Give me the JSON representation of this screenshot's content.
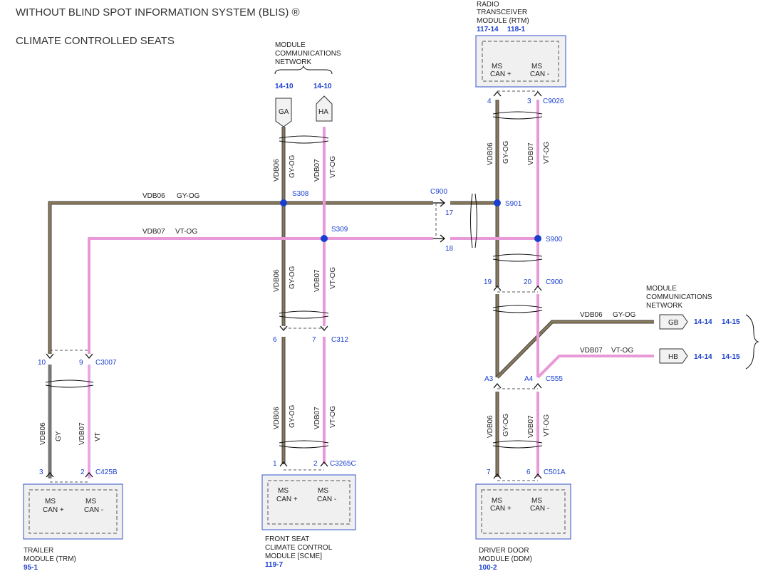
{
  "header": {
    "title": "WITHOUT BLIND SPOT INFORMATION SYSTEM (BLIS) ®",
    "subtitle": "CLIMATE CONTROLLED SEATS"
  },
  "colors": {
    "gy_og_wire": "#8a7a5a",
    "vt_og_wire": "#e89ad8",
    "gy_wire": "#777777",
    "vt_wire": "#e8a8e8",
    "splice": "#1a3fd0",
    "ref_text": "#1a3fd0",
    "module_border": "#3355cc"
  },
  "networks": {
    "top": {
      "line1": "MODULE",
      "line2": "COMMUNICATIONS",
      "line3": "NETWORK",
      "ref_left": "14-10",
      "ref_right": "14-10",
      "conn_left": "GA",
      "conn_right": "HA"
    },
    "right": {
      "line1": "MODULE",
      "line2": "COMMUNICATIONS",
      "line3": "NETWORK",
      "gb": "GB",
      "hb": "HB",
      "gb_ref1": "14-14",
      "gb_ref2": "14-15",
      "hb_ref1": "14-14",
      "hb_ref2": "14-15"
    }
  },
  "modules": {
    "rtm": {
      "l1": "RADIO",
      "l2": "TRANSCEIVER",
      "l3": "MODULE (RTM)",
      "ref1": "117-14",
      "ref2": "118-1",
      "pin_a": "MS",
      "pin_a2": "CAN +",
      "pin_b": "MS",
      "pin_b2": "CAN -"
    },
    "trm": {
      "l1": "TRAILER",
      "l2": "MODULE (TRM)",
      "ref": "95-1",
      "pin_a": "MS",
      "pin_a2": "CAN +",
      "pin_b": "MS",
      "pin_b2": "CAN -"
    },
    "scme": {
      "l1": "FRONT SEAT",
      "l2": "CLIMATE CONTROL",
      "l3": "MODULE [SCME]",
      "ref": "119-7",
      "pin_a": "MS",
      "pin_a2": "CAN +",
      "pin_b": "MS",
      "pin_b2": "CAN -"
    },
    "ddm": {
      "l1": "DRIVER DOOR",
      "l2": "MODULE (DDM)",
      "ref": "100-2",
      "pin_a": "MS",
      "pin_a2": "CAN +",
      "pin_b": "MS",
      "pin_b2": "CAN -"
    }
  },
  "wires": {
    "vdb06": "VDB06",
    "vdb07": "VDB07",
    "gy_og": "GY-OG",
    "vt_og": "VT-OG",
    "gy": "GY",
    "vt": "VT"
  },
  "splices": {
    "s308": "S308",
    "s309": "S309",
    "s901": "S901",
    "s900": "S900"
  },
  "connectors": {
    "c900": "C900",
    "c900_b": "C900",
    "c9026": "C9026",
    "c3007": "C3007",
    "c425b": "C425B",
    "c312": "C312",
    "c3265c": "C3265C",
    "c555": "C555",
    "c501a": "C501A"
  },
  "pins": {
    "rtm_4": "4",
    "rtm_3": "3",
    "c900_17": "17",
    "c900_18": "18",
    "c900_19": "19",
    "c900_20": "20",
    "c3007_10": "10",
    "c3007_9": "9",
    "c425b_3": "3",
    "c425b_2": "2",
    "c312_6": "6",
    "c312_7": "7",
    "c3265c_1": "1",
    "c3265c_2": "2",
    "c555_a3": "A3",
    "c555_a4": "A4",
    "c501a_7": "7",
    "c501a_6": "6"
  }
}
